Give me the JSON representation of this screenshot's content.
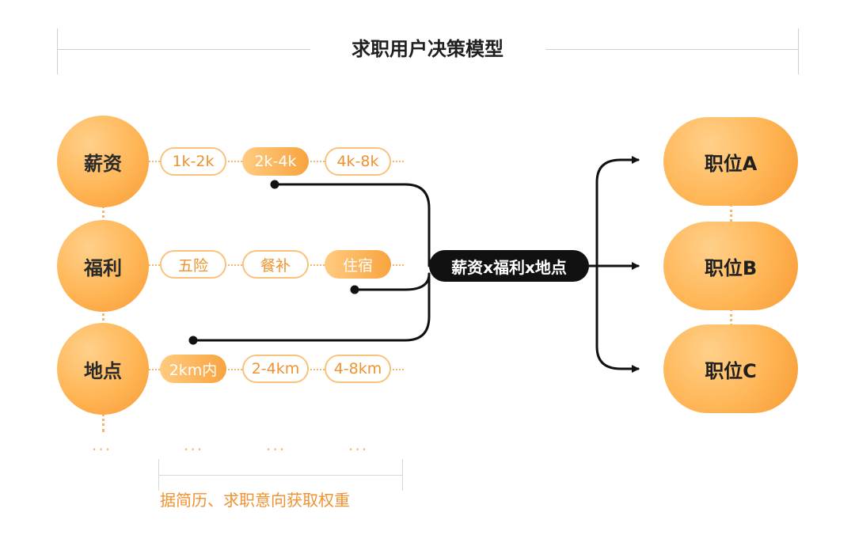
{
  "title": "求职用户决策模型",
  "factors": [
    {
      "label": "薪资",
      "options": [
        "1k-2k",
        "2k-4k",
        "4k-8k"
      ],
      "selected_index": 1
    },
    {
      "label": "福利",
      "options": [
        "五险",
        "餐补",
        "住宿"
      ],
      "selected_index": 2
    },
    {
      "label": "地点",
      "options": [
        "2km内",
        "2-4km",
        "4-8km"
      ],
      "selected_index": 0
    }
  ],
  "formula": "薪资x福利x地点",
  "jobs": [
    "职位A",
    "职位B",
    "职位C"
  ],
  "ellipsis": "···",
  "note": "据简历、求职意向获取权重"
}
